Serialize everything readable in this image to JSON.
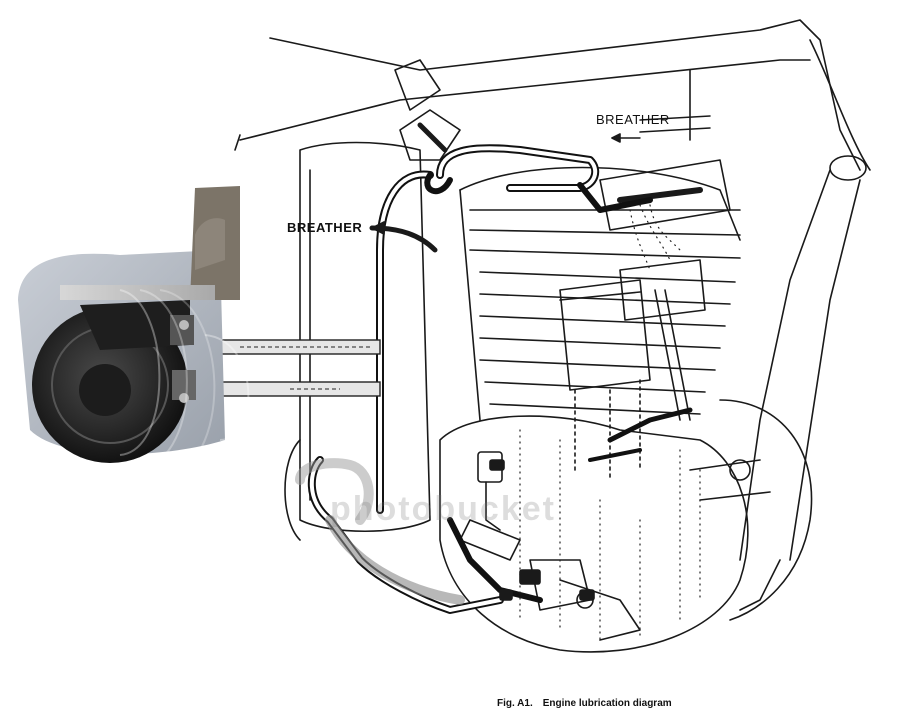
{
  "labels": {
    "breather_top": "BREATHER",
    "breather_left": "BREATHER"
  },
  "caption": {
    "number": "Fig. A1.",
    "title": "Engine lubrication diagram"
  },
  "watermark": "photobucket"
}
